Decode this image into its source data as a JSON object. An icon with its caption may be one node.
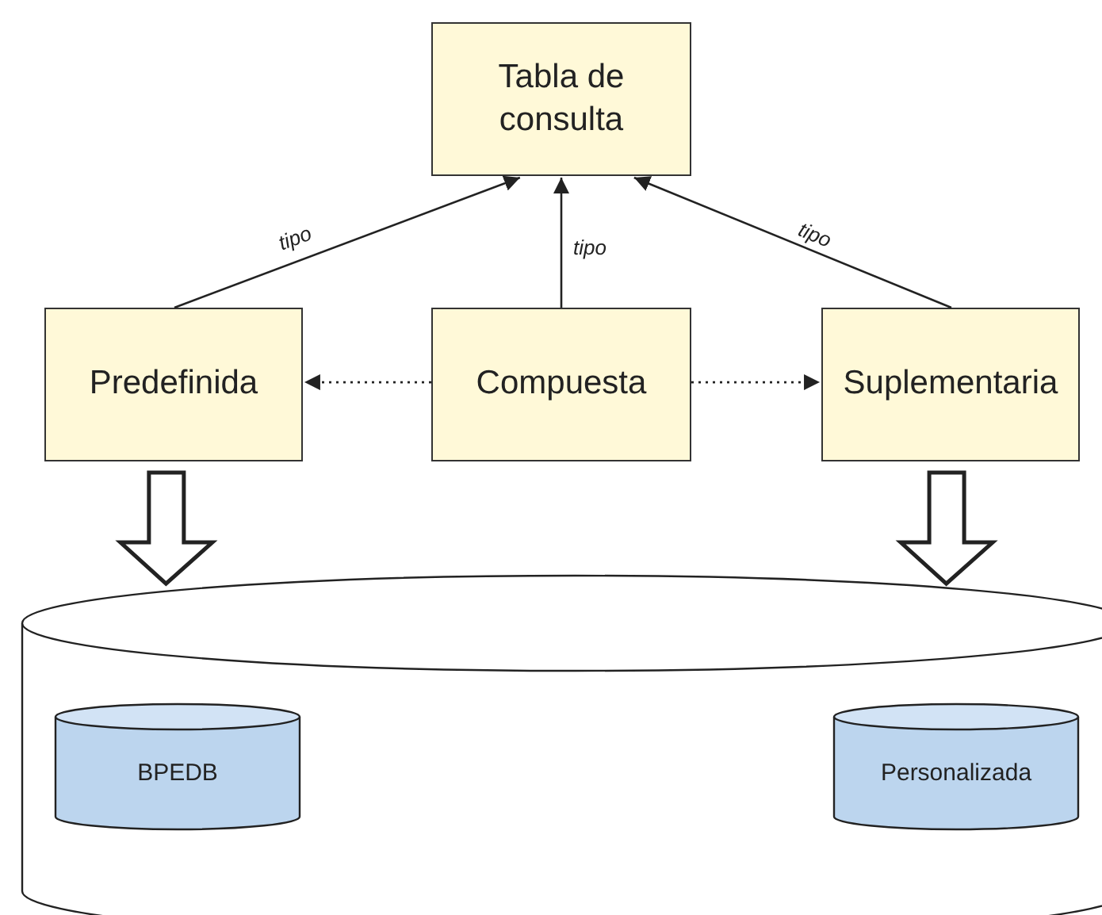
{
  "diagram": {
    "nodes": [
      {
        "text": [
          "Tabla de consulta"
        ]
      },
      {
        "text": [
          "Predefinida"
        ]
      },
      {
        "text": [
          "Compuesta"
        ]
      },
      {
        "text": [
          "Suplementaria"
        ]
      },
      {
        "text": [],
        "shape": "cylinder"
      },
      {
        "text": [
          "BPEDB"
        ],
        "in": 4
      },
      {
        "text": [
          "Personalizada"
        ],
        "in": 4
      }
    ],
    "edges": [
      {
        "from": 1,
        "to": 0,
        "arrow": "to",
        "label": "tipo"
      },
      {
        "from": 2,
        "to": 0,
        "arrow": "to",
        "label": "tipo"
      },
      {
        "from": 3,
        "to": 0,
        "arrow": "to",
        "label": "tipo"
      },
      {
        "from": 2,
        "to": 1,
        "arrow": "to",
        "style": "dashed"
      },
      {
        "from": 2,
        "to": 3,
        "arrow": "to",
        "style": "dashed"
      },
      {
        "from": 1,
        "to": 4,
        "arrow": "to",
        "style": "thick"
      },
      {
        "from": 3,
        "to": 4,
        "arrow": "to",
        "style": "thick"
      }
    ]
  }
}
